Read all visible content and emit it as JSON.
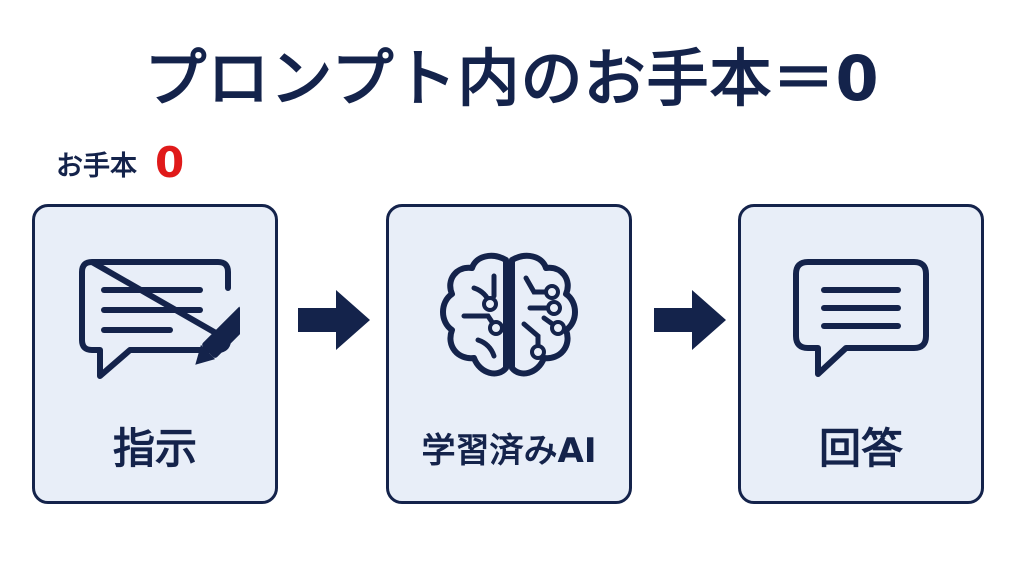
{
  "title": "プロンプト内のお手本＝0",
  "examples": {
    "label": "お手本",
    "count": "0"
  },
  "flow": [
    {
      "label": "指示",
      "icon": "speech-bubble-pencil-icon"
    },
    {
      "label": "学習済みAI",
      "icon": "brain-circuit-icon"
    },
    {
      "label": "回答",
      "icon": "speech-bubble-icon"
    }
  ],
  "colors": {
    "navy": "#14234b",
    "box_fill": "#e8eef8",
    "accent_red": "#e01a1a"
  }
}
